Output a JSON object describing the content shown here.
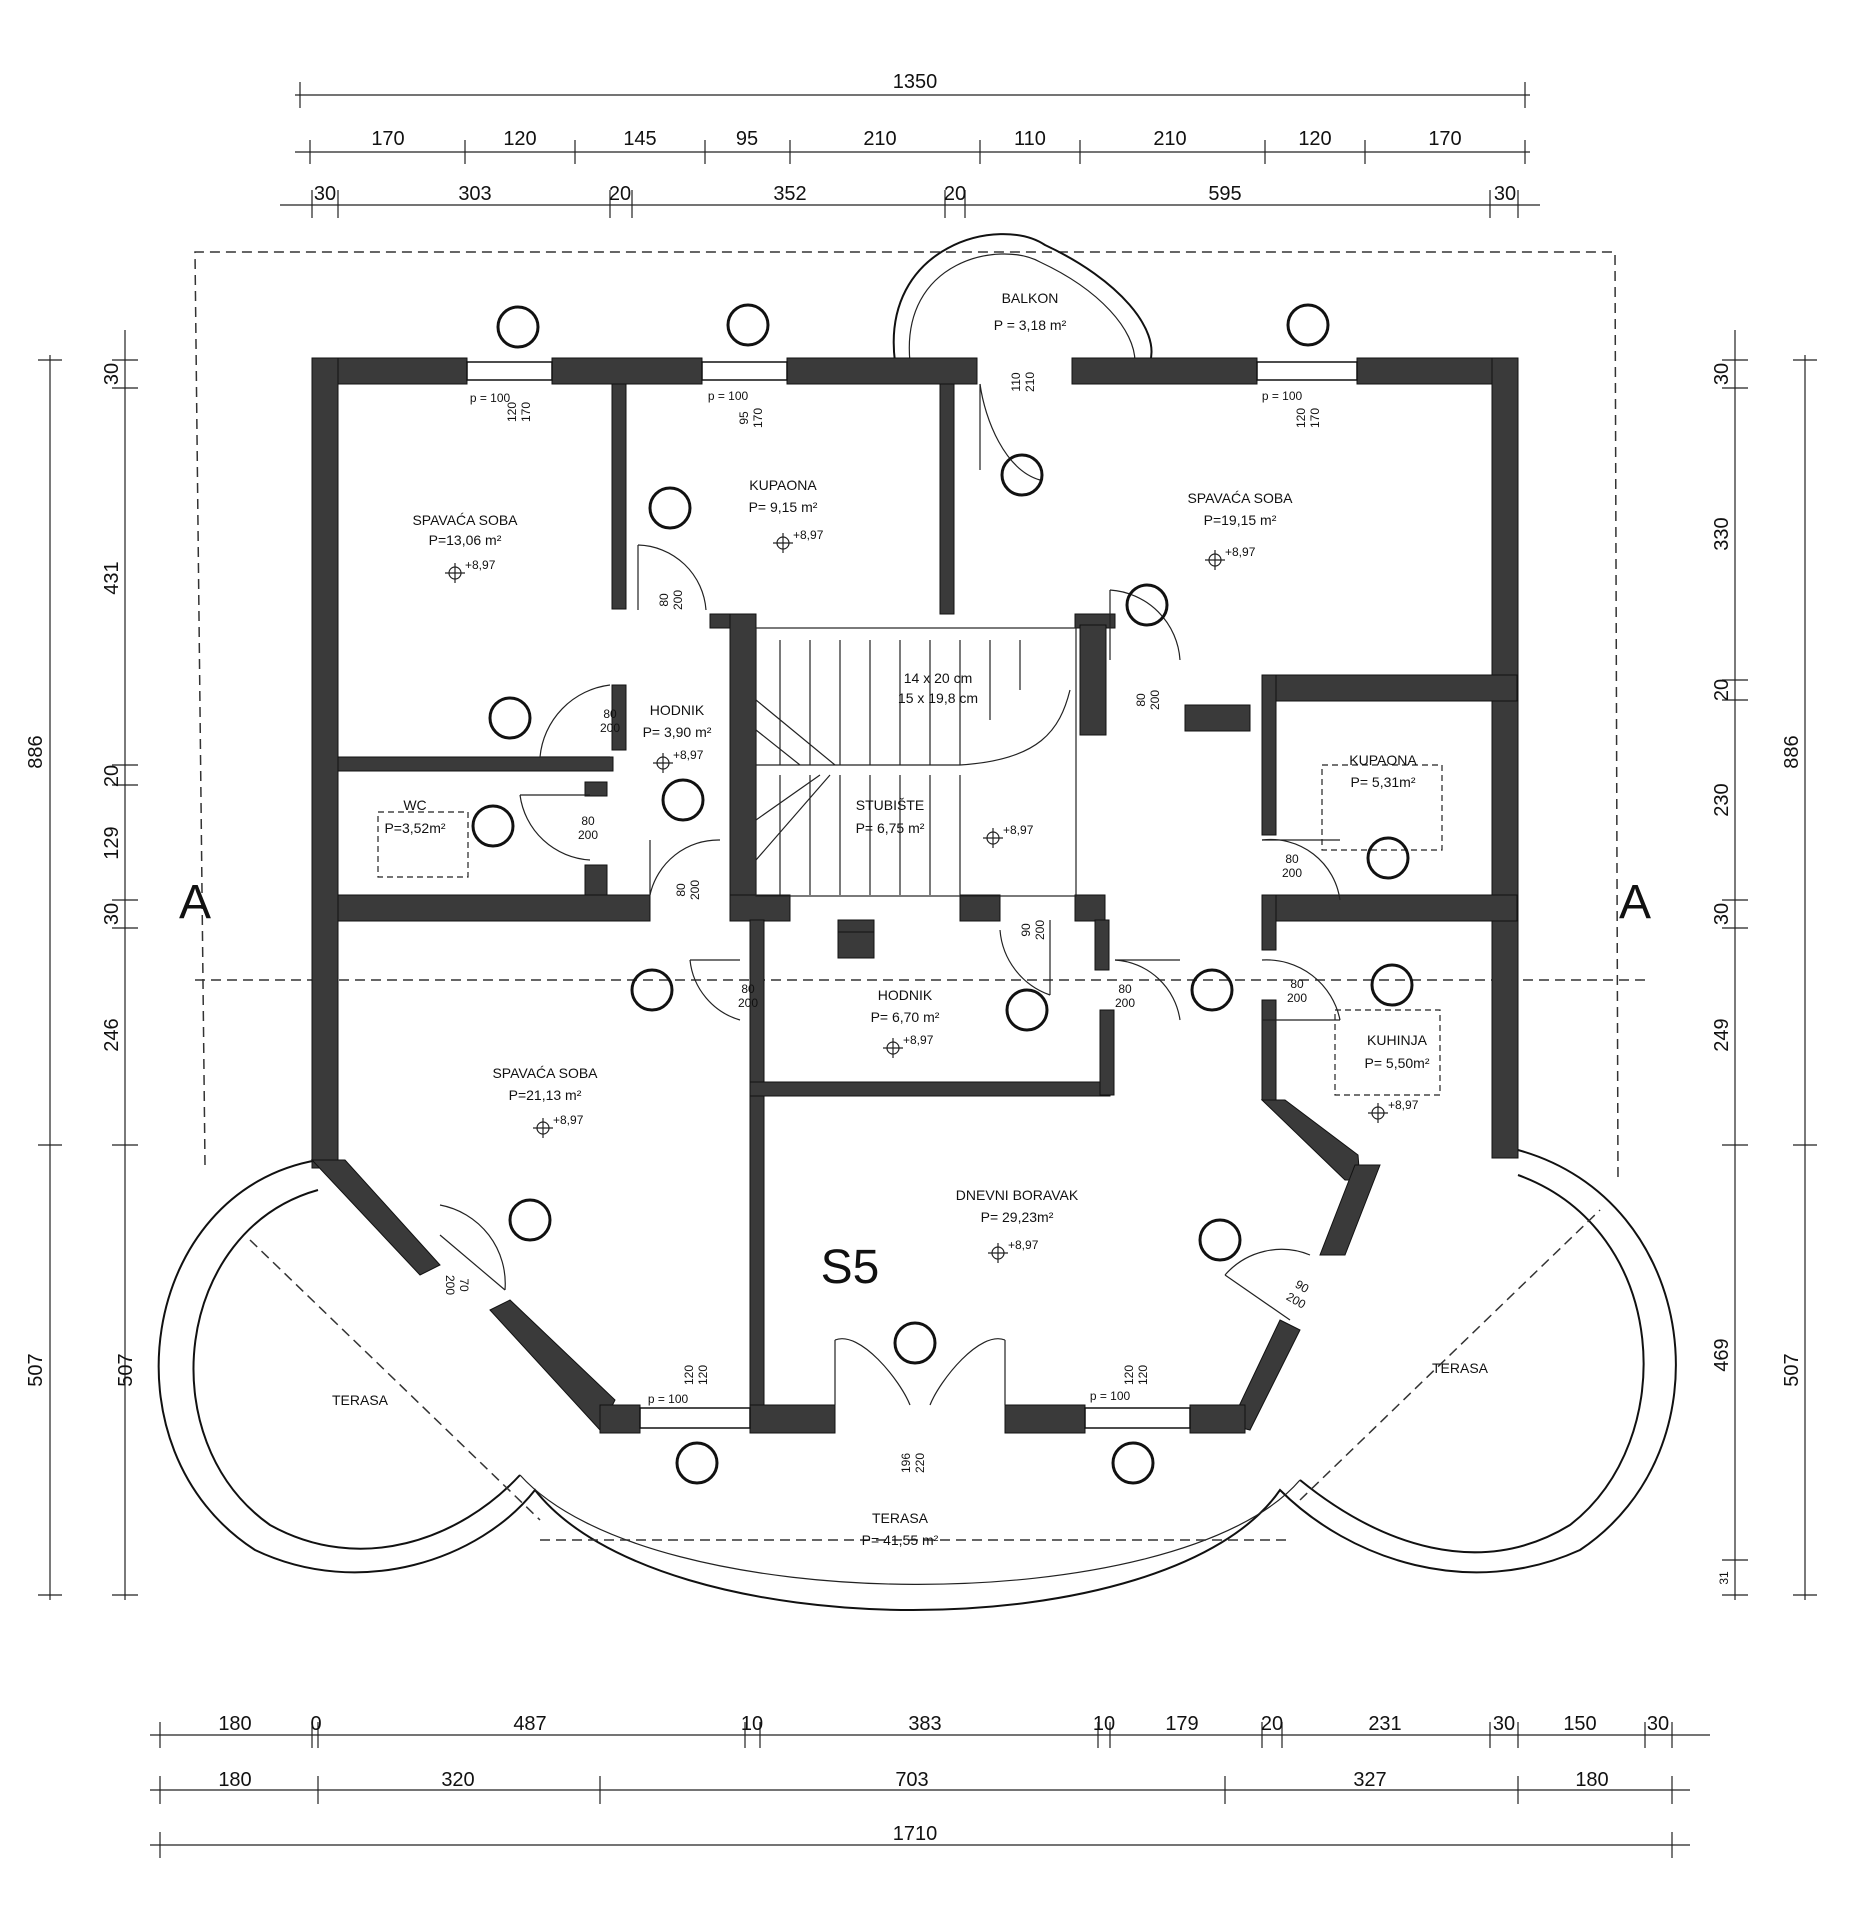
{
  "plan_label": "S5",
  "section_marks": [
    "A",
    "A"
  ],
  "dimensions": {
    "top_total": "1350",
    "top_row1": [
      "170",
      "120",
      "145",
      "95",
      "210",
      "110",
      "210",
      "120",
      "170"
    ],
    "top_row2": [
      "30",
      "303",
      "20",
      "352",
      "20",
      "595",
      "30"
    ],
    "bottom_row1": [
      "180",
      "0",
      "487",
      "10",
      "383",
      "10",
      "179",
      "20",
      "231",
      "30",
      "150",
      "30"
    ],
    "bottom_row2": [
      "180",
      "320",
      "703",
      "327",
      "180"
    ],
    "bottom_total": "1710",
    "left_outer": [
      "886",
      "507"
    ],
    "left_inner": [
      "30",
      "431",
      "20",
      "129",
      "30",
      "246",
      "507"
    ],
    "right_inner": [
      "30",
      "330",
      "20",
      "230",
      "30",
      "249",
      "469",
      "31"
    ],
    "right_outer": [
      "886",
      "507"
    ]
  },
  "rooms": {
    "balkon": {
      "name": "BALKON",
      "area": "P = 3,18 m²"
    },
    "bed1": {
      "name": "SPAVAĆA SOBA",
      "area": "P=13,06 m²",
      "level": "+8,97"
    },
    "bath1": {
      "name": "KUPAONA",
      "area": "P= 9,15 m²",
      "level": "+8,97"
    },
    "bed2": {
      "name": "SPAVAĆA SOBA",
      "area": "P=19,15 m²",
      "level": "+8,97"
    },
    "hall1": {
      "name": "HODNIK",
      "area": "P= 3,90 m²",
      "level": "+8,97"
    },
    "wc": {
      "name": "WC",
      "area": "P=3,52m²"
    },
    "stair": {
      "name": "STUBIŠTE",
      "area": "P= 6,75 m²",
      "level": "+8,97",
      "spec1": "14 x 20 cm",
      "spec2": "15 x 19,8 cm"
    },
    "bath2": {
      "name": "KUPAONA",
      "area": "P= 5,31m²"
    },
    "hall2": {
      "name": "HODNIK",
      "area": "P= 6,70 m²",
      "level": "+8,97"
    },
    "bed3": {
      "name": "SPAVAĆA SOBA",
      "area": "P=21,13 m²",
      "level": "+8,97"
    },
    "kitchen": {
      "name": "KUHINJA",
      "area": "P= 5,50m²",
      "level": "+8,97"
    },
    "living": {
      "name": "DNEVNI BORAVAK",
      "area": "P= 29,23m²",
      "level": "+8,97"
    },
    "terrace_left": {
      "name": "TERASA"
    },
    "terrace_right": {
      "name": "TERASA"
    },
    "terrace_main": {
      "name": "TERASA",
      "area": "P= 41,55 m²"
    }
  },
  "openings": {
    "sill": "p = 100",
    "w120": [
      "120",
      "170"
    ],
    "w95": [
      "95",
      "170"
    ],
    "balc": [
      "110",
      "210"
    ],
    "d80": [
      "80",
      "200"
    ],
    "d90": [
      "90",
      "200"
    ],
    "d70": [
      "70",
      "200"
    ],
    "w120b": [
      "120",
      "120"
    ],
    "entry": [
      "196",
      "220"
    ]
  },
  "colors": {
    "wall": "#3a3a3a",
    "line": "#111111",
    "paper": "#ffffff"
  }
}
